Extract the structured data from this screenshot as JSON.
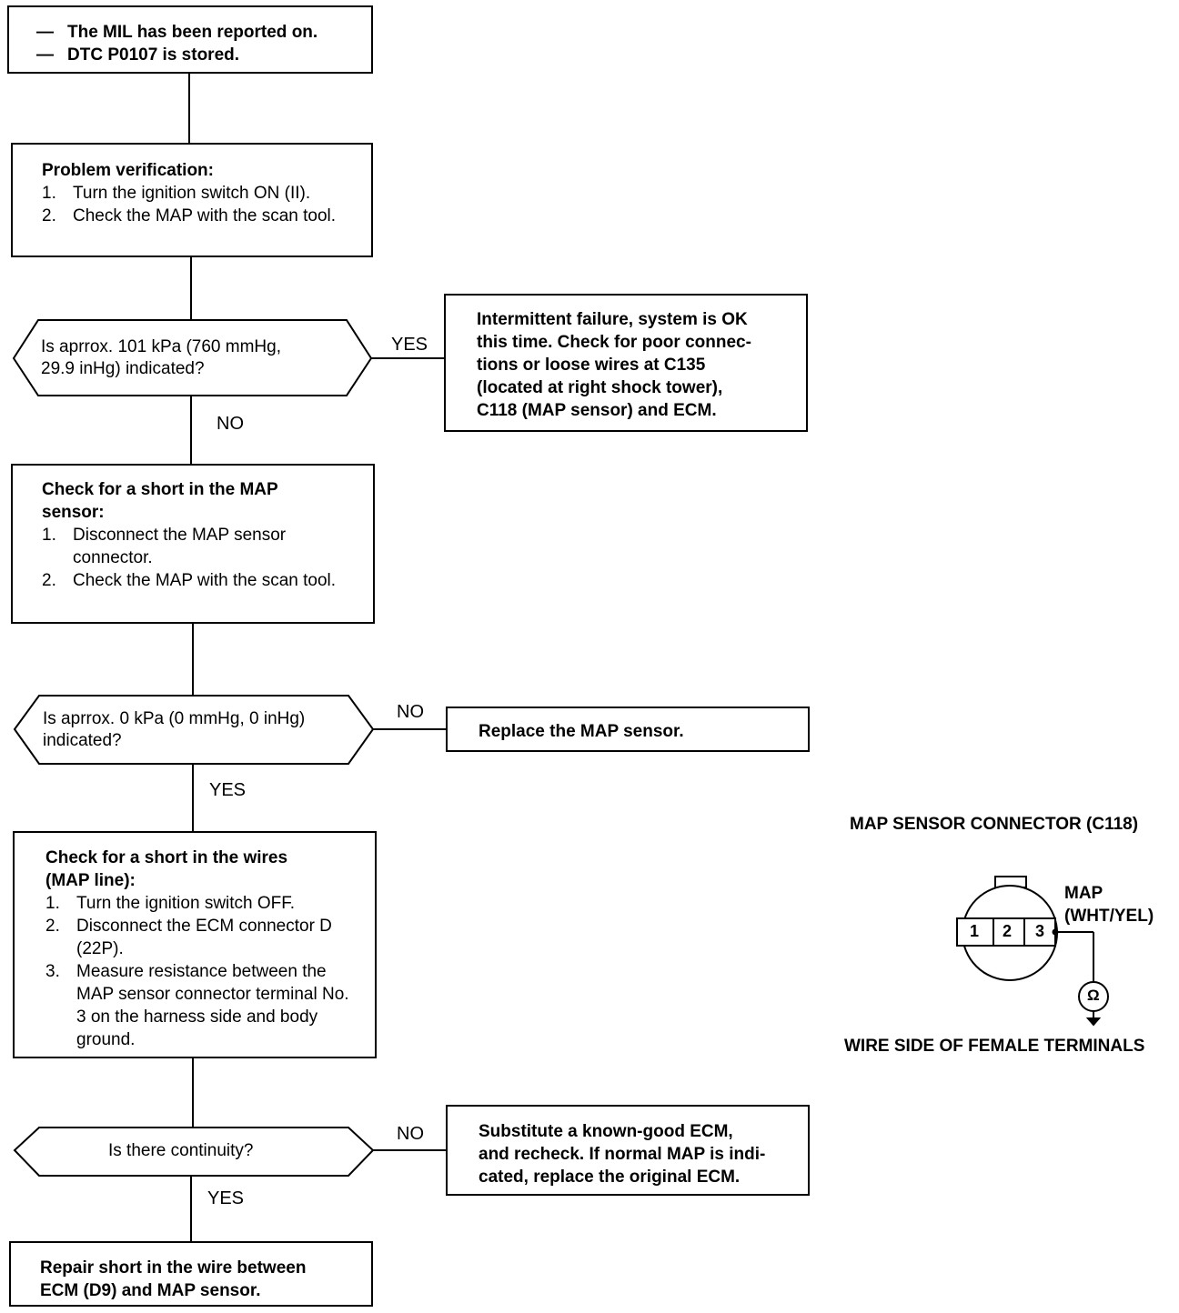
{
  "start": {
    "lines": [
      "The MIL has been reported on.",
      "DTC P0107 is stored."
    ]
  },
  "step1": {
    "title": "Problem verification:",
    "items": [
      {
        "num": "1.",
        "text": "Turn the ignition switch ON (II)."
      },
      {
        "num": "2.",
        "text": "Check the MAP with the scan tool."
      }
    ]
  },
  "decision1": {
    "line1": "Is aprrox. 101 kPa (760 mmHg,",
    "line2": "29.9 inHg) indicated?",
    "yes_label": "YES",
    "no_label": "NO"
  },
  "result1": {
    "lines": [
      "Intermittent failure, system is OK",
      "this time. Check for poor connec-",
      "tions or loose wires at C135",
      "(located at right shock tower),",
      "C118 (MAP sensor) and ECM."
    ]
  },
  "step2": {
    "title_line1": "Check for a short in the MAP",
    "title_line2": "sensor:",
    "items": [
      {
        "num": "1.",
        "text": "Disconnect the MAP sensor connector."
      },
      {
        "num": "2.",
        "text": "Check the MAP with the scan tool."
      }
    ]
  },
  "decision2": {
    "line1": "Is aprrox. 0 kPa (0 mmHg, 0 inHg)",
    "line2": "indicated?",
    "no_label": "NO",
    "yes_label": "YES"
  },
  "result2": {
    "text": "Replace the MAP sensor."
  },
  "step3": {
    "title_line1": "Check for a short in the wires",
    "title_line2": "(MAP line):",
    "items": [
      {
        "num": "1.",
        "text": "Turn the ignition switch OFF."
      },
      {
        "num": "2.",
        "text": "Disconnect the ECM connector D (22P)."
      },
      {
        "num": "3.",
        "text": "Measure resistance between the MAP sensor connector terminal No. 3 on the harness side and body ground."
      }
    ]
  },
  "decision3": {
    "text": "Is there continuity?",
    "no_label": "NO",
    "yes_label": "YES"
  },
  "result3": {
    "lines": [
      "Substitute a known-good ECM,",
      "and recheck. If normal MAP is indi-",
      "cated, replace the original ECM."
    ]
  },
  "final": {
    "lines": [
      "Repair short in the wire between",
      "ECM (D9) and MAP sensor."
    ]
  },
  "connector": {
    "title": "MAP SENSOR CONNECTOR (C118)",
    "terminals": [
      "1",
      "2",
      "3"
    ],
    "signal_name": "MAP",
    "wire_color": "(WHT/YEL)",
    "meter_symbol": "Ω",
    "caption": "WIRE SIDE OF FEMALE TERMINALS"
  }
}
